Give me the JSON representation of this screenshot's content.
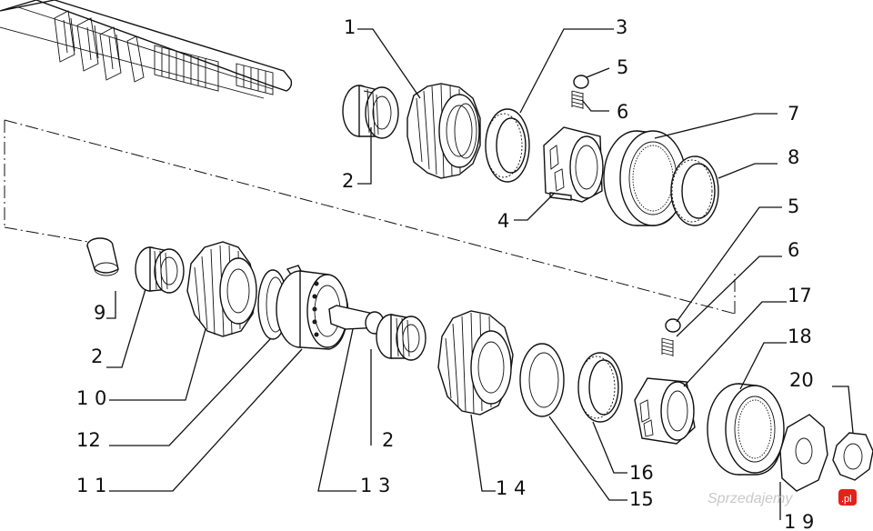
{
  "diagram": {
    "labels": {
      "l1": "1",
      "l2a": "2",
      "l3": "3",
      "l4": "4",
      "l5a": "5",
      "l6a": "6",
      "l7": "7",
      "l8": "8",
      "l5b": "5",
      "l6b": "6",
      "l17": "17",
      "l18": "18",
      "l20": "20",
      "l9": "9",
      "l2b": "2",
      "l10": "1 0",
      "l12": "12",
      "l11": "1 1",
      "l2c": "2",
      "l13": "1 3",
      "l14": "1 4",
      "l15": "15",
      "l16": "16",
      "l19": "1 9"
    },
    "watermark": {
      "text": "Sprzedajemy",
      "badge": ".pl",
      "badge_color": "#e2231a"
    }
  }
}
